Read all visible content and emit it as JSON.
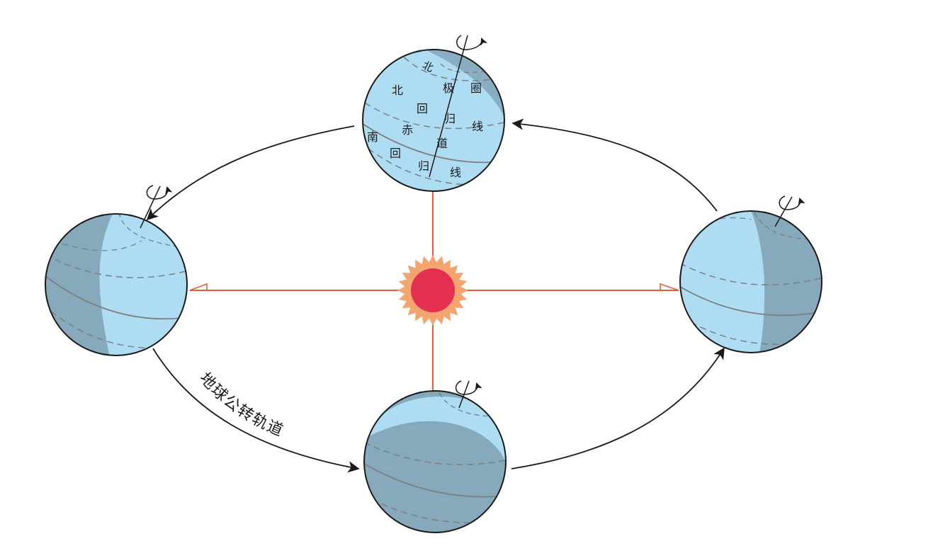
{
  "labels": {
    "arctic_circle": [
      "北",
      "极",
      "圈"
    ],
    "tropic_cancer": [
      "北",
      "回",
      "归",
      "线"
    ],
    "equator": [
      "赤",
      "道"
    ],
    "tropic_capricorn": [
      "南",
      "回",
      "归",
      "线"
    ]
  },
  "orbit_label": "地球公转轨道",
  "colors": {
    "day": "#aedcf2",
    "night": "#86a9bb",
    "night_cap": "#5f8597",
    "outline": "#1a1a1a",
    "sun_core": "#e4304f",
    "sun_corona": "#f3a46f",
    "sun_ray_line": "#e0603a",
    "latitude_line": "#7f7f7f",
    "orbit": "#1a1a1a"
  },
  "icons": [
    "rotation-arrow-icon",
    "sun-icon",
    "right-angle-marker-icon"
  ]
}
